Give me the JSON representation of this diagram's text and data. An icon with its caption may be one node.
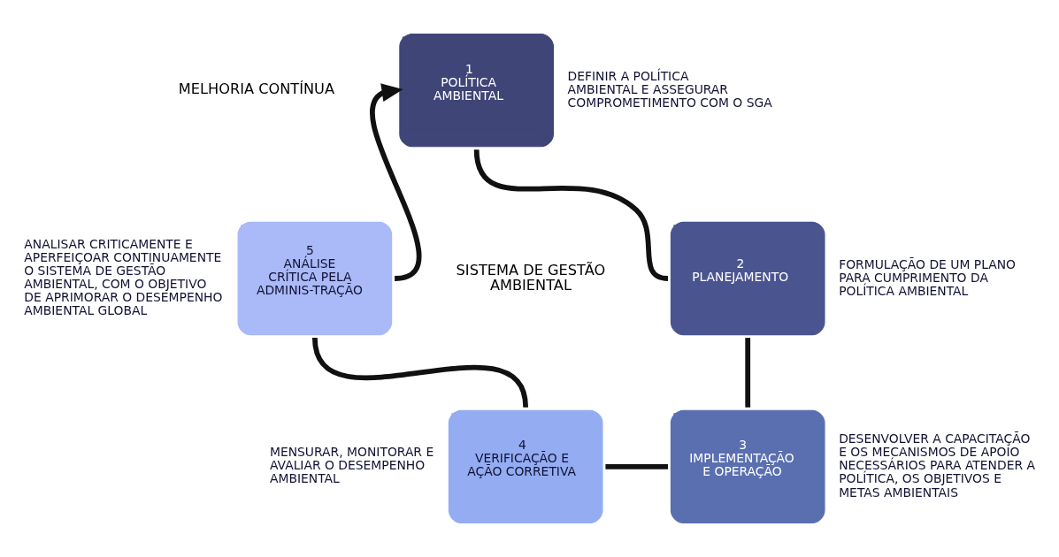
{
  "diagram": {
    "nodes": [
      {
        "text": [
          "1",
          "POLÍTICA AMBIENTAL"
        ],
        "beside": [
          "DEFINIR A POLÍTICA AMBIENTAL E ASSEGURAR COMPROMETIMENTO COM O SGA"
        ]
      },
      {
        "text": [
          "2",
          "PLANEJAMENTO"
        ],
        "beside": [
          "FORMULAÇÃO DE UM PLANO PARA CUMPRIMENTO DA POLÍTICA AMBIENTAL"
        ]
      },
      {
        "text": [
          "3",
          "IMPLEMENTAÇÃO E OPERAÇÃO"
        ],
        "beside": [
          "DESENVOLVER A CAPACITAÇÃO E OS MECANISMOS DE APOIO NECESSÁRIOS PARA ATENDER A POLÍTICA, OS OBJETIVOS E METAS AMBIENTAIS"
        ]
      },
      {
        "text": [
          "4",
          "VERIFICAÇÃO E AÇÃO CORRETIVA"
        ],
        "beside": [
          "MENSURAR, MONITORAR E AVALIAR O DESEMPENHO AMBIENTAL"
        ]
      },
      {
        "text": [
          "5",
          "ANÁLISE CRÍTICA PELA ADMINIS-TRAÇÃO"
        ],
        "beside": [
          "ANALISAR CRITICAMENTE E APERFEIÇOAR CONTINUAMENTE O SISTEMA DE GESTÃO AMBIENTAL, COM O OBJETIVO DE APRIMORAR O DESEMPENHO AMBIENTAL GLOBAL"
        ]
      }
    ],
    "edges": [
      {
        "from": 0,
        "to": 1,
        "arrow": "none"
      },
      {
        "from": 1,
        "to": 2,
        "arrow": "none"
      },
      {
        "from": 2,
        "to": 3,
        "arrow": "none"
      },
      {
        "from": 3,
        "to": 4,
        "arrow": "none"
      },
      {
        "from": 4,
        "to": 0,
        "arrow": "to"
      }
    ],
    "labels": [
      "MELHORIA CONTÍNUA",
      "SISTEMA DE GESTÃO AMBIENTAL"
    ]
  }
}
